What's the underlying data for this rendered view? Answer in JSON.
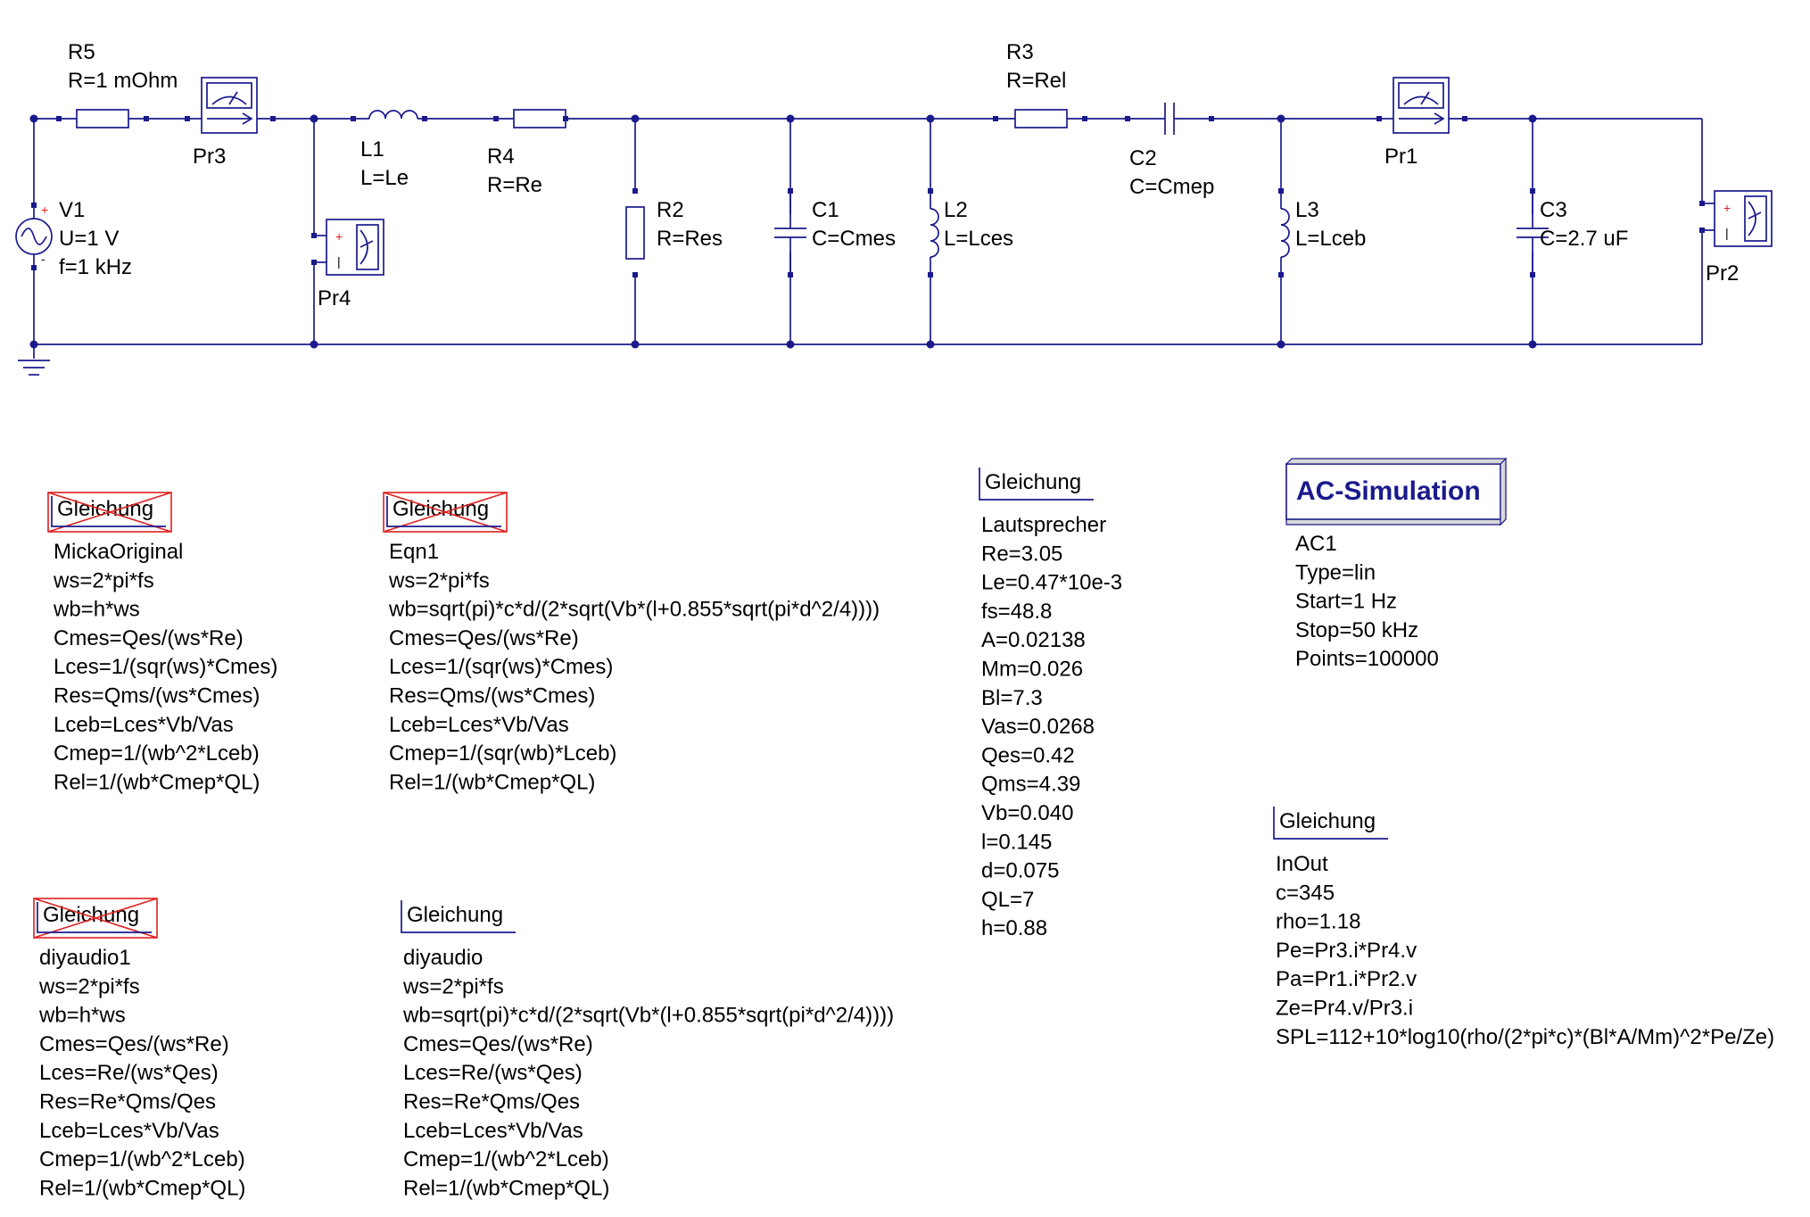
{
  "components": {
    "R5": {
      "name": "R5",
      "value": "R=1 mOhm"
    },
    "Pr3": {
      "name": "Pr3"
    },
    "L1": {
      "name": "L1",
      "value": "L=Le"
    },
    "R4": {
      "name": "R4",
      "value": "R=Re"
    },
    "Pr4": {
      "name": "Pr4"
    },
    "V1": {
      "name": "V1",
      "value": "U=1 V",
      "freq": "f=1 kHz"
    },
    "R2": {
      "name": "R2",
      "value": "R=Res"
    },
    "C1": {
      "name": "C1",
      "value": "C=Cmes"
    },
    "L2": {
      "name": "L2",
      "value": "L=Lces"
    },
    "R3": {
      "name": "R3",
      "value": "R=Rel"
    },
    "C2": {
      "name": "C2",
      "value": "C=Cmep"
    },
    "L3": {
      "name": "L3",
      "value": "L=Lceb"
    },
    "Pr1": {
      "name": "Pr1"
    },
    "C3": {
      "name": "C3",
      "value": "C=2.7 uF"
    },
    "Pr2": {
      "name": "Pr2"
    }
  },
  "symbols": {
    "plus": "+",
    "minus": "-",
    "pipe": "|"
  },
  "equations": [
    {
      "id": "eq-mickaoriginal",
      "header": "Gleichung",
      "disabled": true,
      "lines": [
        "MickaOriginal",
        "ws=2*pi*fs",
        "wb=h*ws",
        "Cmes=Qes/(ws*Re)",
        "Lces=1/(sqr(ws)*Cmes)",
        "Res=Qms/(ws*Cmes)",
        "Lceb=Lces*Vb/Vas",
        "Cmep=1/(wb^2*Lceb)",
        "Rel=1/(wb*Cmep*QL)"
      ]
    },
    {
      "id": "eq-eqn1",
      "header": "Gleichung",
      "disabled": true,
      "lines": [
        "Eqn1",
        "ws=2*pi*fs",
        "wb=sqrt(pi)*c*d/(2*sqrt(Vb*(l+0.855*sqrt(pi*d^2/4))))",
        "Cmes=Qes/(ws*Re)",
        "Lces=1/(sqr(ws)*Cmes)",
        "Res=Qms/(ws*Cmes)",
        "Lceb=Lces*Vb/Vas",
        "Cmep=1/(sqr(wb)*Lceb)",
        "Rel=1/(wb*Cmep*QL)"
      ]
    },
    {
      "id": "eq-lautsprecher",
      "header": "Gleichung",
      "disabled": false,
      "lines": [
        "Lautsprecher",
        "Re=3.05",
        "Le=0.47*10e-3",
        "fs=48.8",
        "A=0.02138",
        "Mm=0.026",
        "Bl=7.3",
        "Vas=0.0268",
        "Qes=0.42",
        "Qms=4.39",
        "Vb=0.040",
        "l=0.145",
        "d=0.075",
        "QL=7",
        "h=0.88"
      ]
    },
    {
      "id": "eq-inout",
      "header": "Gleichung",
      "disabled": false,
      "lines": [
        "InOut",
        "c=345",
        "rho=1.18",
        "Pe=Pr3.i*Pr4.v",
        "Pa=Pr1.i*Pr2.v",
        "Ze=Pr4.v/Pr3.i",
        "SPL=112+10*log10(rho/(2*pi*c)*(Bl*A/Mm)^2*Pe/Ze)"
      ]
    },
    {
      "id": "eq-diyaudio1",
      "header": "Gleichung",
      "disabled": true,
      "lines": [
        "diyaudio1",
        "ws=2*pi*fs",
        "wb=h*ws",
        "Cmes=Qes/(ws*Re)",
        "Lces=Re/(ws*Qes)",
        "Res=Re*Qms/Qes",
        "Lceb=Lces*Vb/Vas",
        "Cmep=1/(wb^2*Lceb)",
        "Rel=1/(wb*Cmep*QL)"
      ]
    },
    {
      "id": "eq-diyaudio",
      "header": "Gleichung",
      "disabled": false,
      "lines": [
        "diyaudio",
        "ws=2*pi*fs",
        "wb=sqrt(pi)*c*d/(2*sqrt(Vb*(l+0.855*sqrt(pi*d^2/4))))",
        "Cmes=Qes/(ws*Re)",
        "Lces=Re/(ws*Qes)",
        "Res=Re*Qms/Qes",
        "Lceb=Lces*Vb/Vas",
        "Cmep=1/(wb^2*Lceb)",
        "Rel=1/(wb*Cmep*QL)"
      ]
    }
  ],
  "simulation": {
    "title": "AC-Simulation",
    "lines": [
      "AC1",
      "Type=lin",
      "Start=1 Hz",
      "Stop=50 kHz",
      "Points=100000"
    ]
  },
  "colors": {
    "wire": "#1a1a8c",
    "disabled_mark": "#e02020",
    "text": "#000000"
  }
}
